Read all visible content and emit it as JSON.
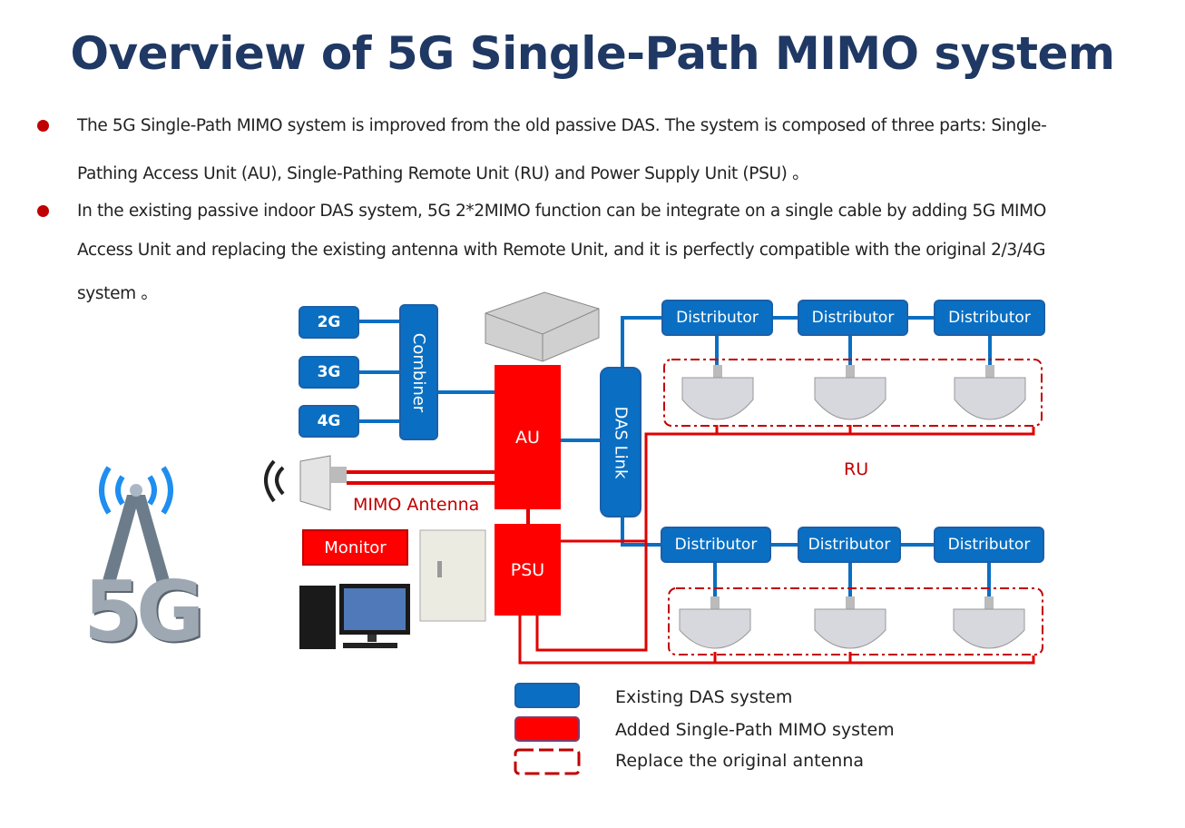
{
  "title": "Overview of 5G Single-Path MIMO system",
  "bullets": [
    {
      "lines": [
        "The 5G Single-Path MIMO system is improved from the old passive DAS. The system is composed of three parts: Single-",
        "Pathing Access Unit (AU), Single-Pathing Remote Unit (RU) and Power Supply Unit (PSU) 。"
      ]
    },
    {
      "lines": [
        "In the existing passive indoor DAS system, 5G 2*2MIMO function can be integrate on a single cable by adding 5G MIMO",
        "Access Unit and replacing the existing antenna with Remote Unit, and it is perfectly compatible with the original 2/3/4G",
        "system 。"
      ]
    }
  ],
  "diagram": {
    "sources": [
      "2G",
      "3G",
      "4G"
    ],
    "combiner": "Combiner",
    "au": "AU",
    "psu": "PSU",
    "das_link": "DAS Link",
    "mimo_antenna": "MIMO Antenna",
    "monitor": "Monitor",
    "distributor": "Distributor",
    "ru": "RU",
    "logo_text": "5G"
  },
  "legend": [
    {
      "label": "Existing DAS system",
      "color": "#0a6fc2"
    },
    {
      "label": "Added Single-Path MIMO system",
      "color": "#ff0000"
    },
    {
      "label": "Replace the original antenna",
      "color": "#c00000"
    }
  ],
  "colors": {
    "title": "#1f3864",
    "blue": "#0a6fc2",
    "red": "#ff0000",
    "dark_red": "#c00000"
  }
}
